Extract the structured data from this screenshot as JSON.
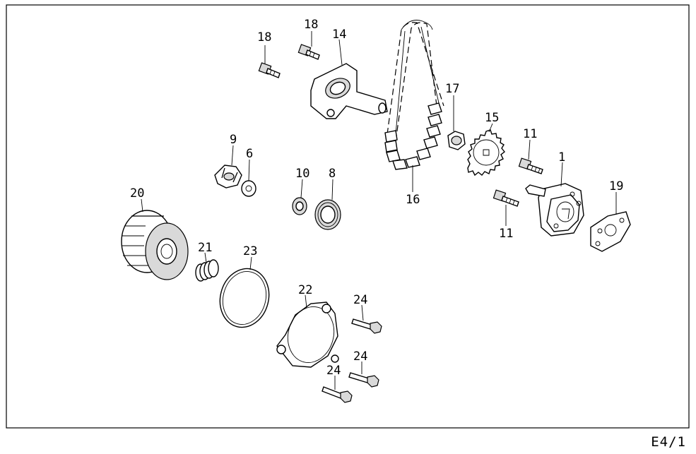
{
  "sheet_code": "E4/1",
  "callouts": [
    {
      "id": "p1",
      "label": "1"
    },
    {
      "id": "p6",
      "label": "6"
    },
    {
      "id": "p8",
      "label": "8"
    },
    {
      "id": "p9",
      "label": "9"
    },
    {
      "id": "p10",
      "label": "10"
    },
    {
      "id": "p11a",
      "label": "11"
    },
    {
      "id": "p11b",
      "label": "11"
    },
    {
      "id": "p14",
      "label": "14"
    },
    {
      "id": "p15",
      "label": "15"
    },
    {
      "id": "p16",
      "label": "16"
    },
    {
      "id": "p17",
      "label": "17"
    },
    {
      "id": "p18a",
      "label": "18"
    },
    {
      "id": "p18b",
      "label": "18"
    },
    {
      "id": "p19",
      "label": "19"
    },
    {
      "id": "p20",
      "label": "20"
    },
    {
      "id": "p21",
      "label": "21"
    },
    {
      "id": "p22",
      "label": "22"
    },
    {
      "id": "p23",
      "label": "23"
    },
    {
      "id": "p24a",
      "label": "24"
    },
    {
      "id": "p24b",
      "label": "24"
    },
    {
      "id": "p24c",
      "label": "24"
    }
  ]
}
